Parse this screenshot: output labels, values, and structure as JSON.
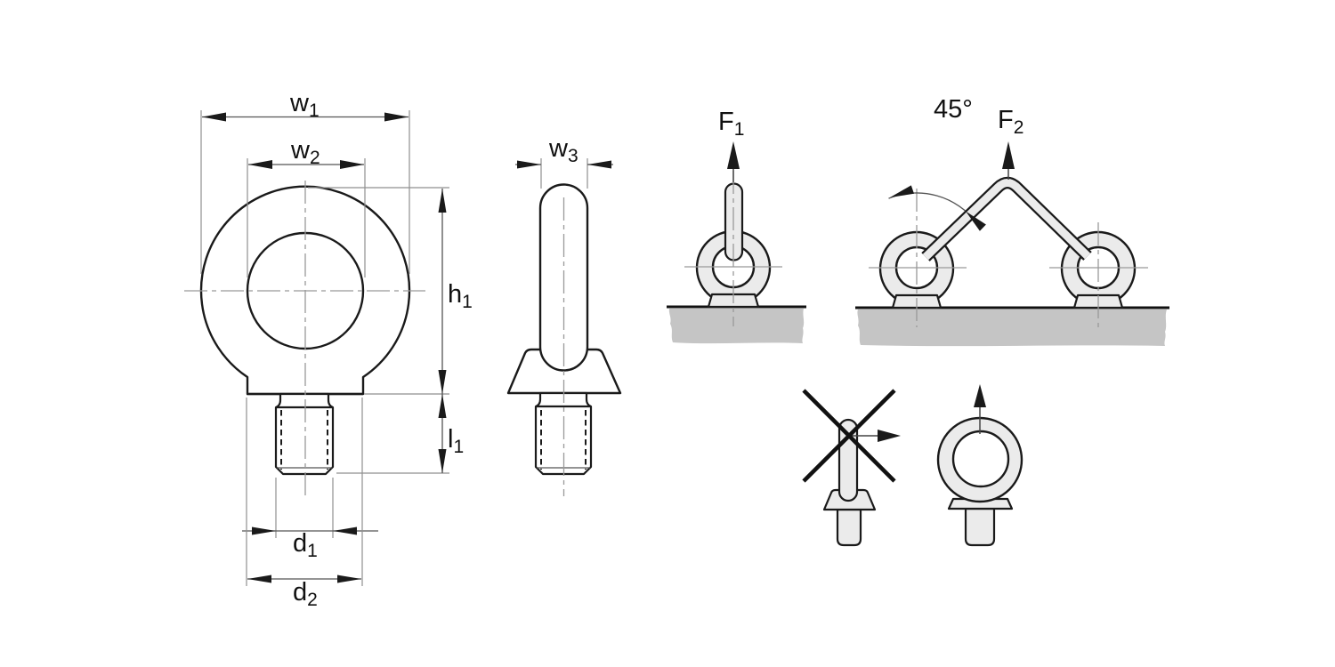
{
  "drawing": {
    "dimension_labels": {
      "w1": {
        "base": "w",
        "sub": "1"
      },
      "w2": {
        "base": "w",
        "sub": "2"
      },
      "w3": {
        "base": "w",
        "sub": "3"
      },
      "h1": {
        "base": "h",
        "sub": "1"
      },
      "l1": {
        "base": "l",
        "sub": "1"
      },
      "d1": {
        "base": "d",
        "sub": "1"
      },
      "d2": {
        "base": "d",
        "sub": "2"
      }
    },
    "force_labels": {
      "f1": {
        "base": "F",
        "sub": "1"
      },
      "f2": {
        "base": "F",
        "sub": "2"
      }
    },
    "angle_label": "45°",
    "colors": {
      "line": "#1a1a1a",
      "part_fill": "#ebebeb",
      "ground_fill": "#c5c5c5",
      "centerline": "#999999",
      "dimension_line": "#555555"
    }
  }
}
